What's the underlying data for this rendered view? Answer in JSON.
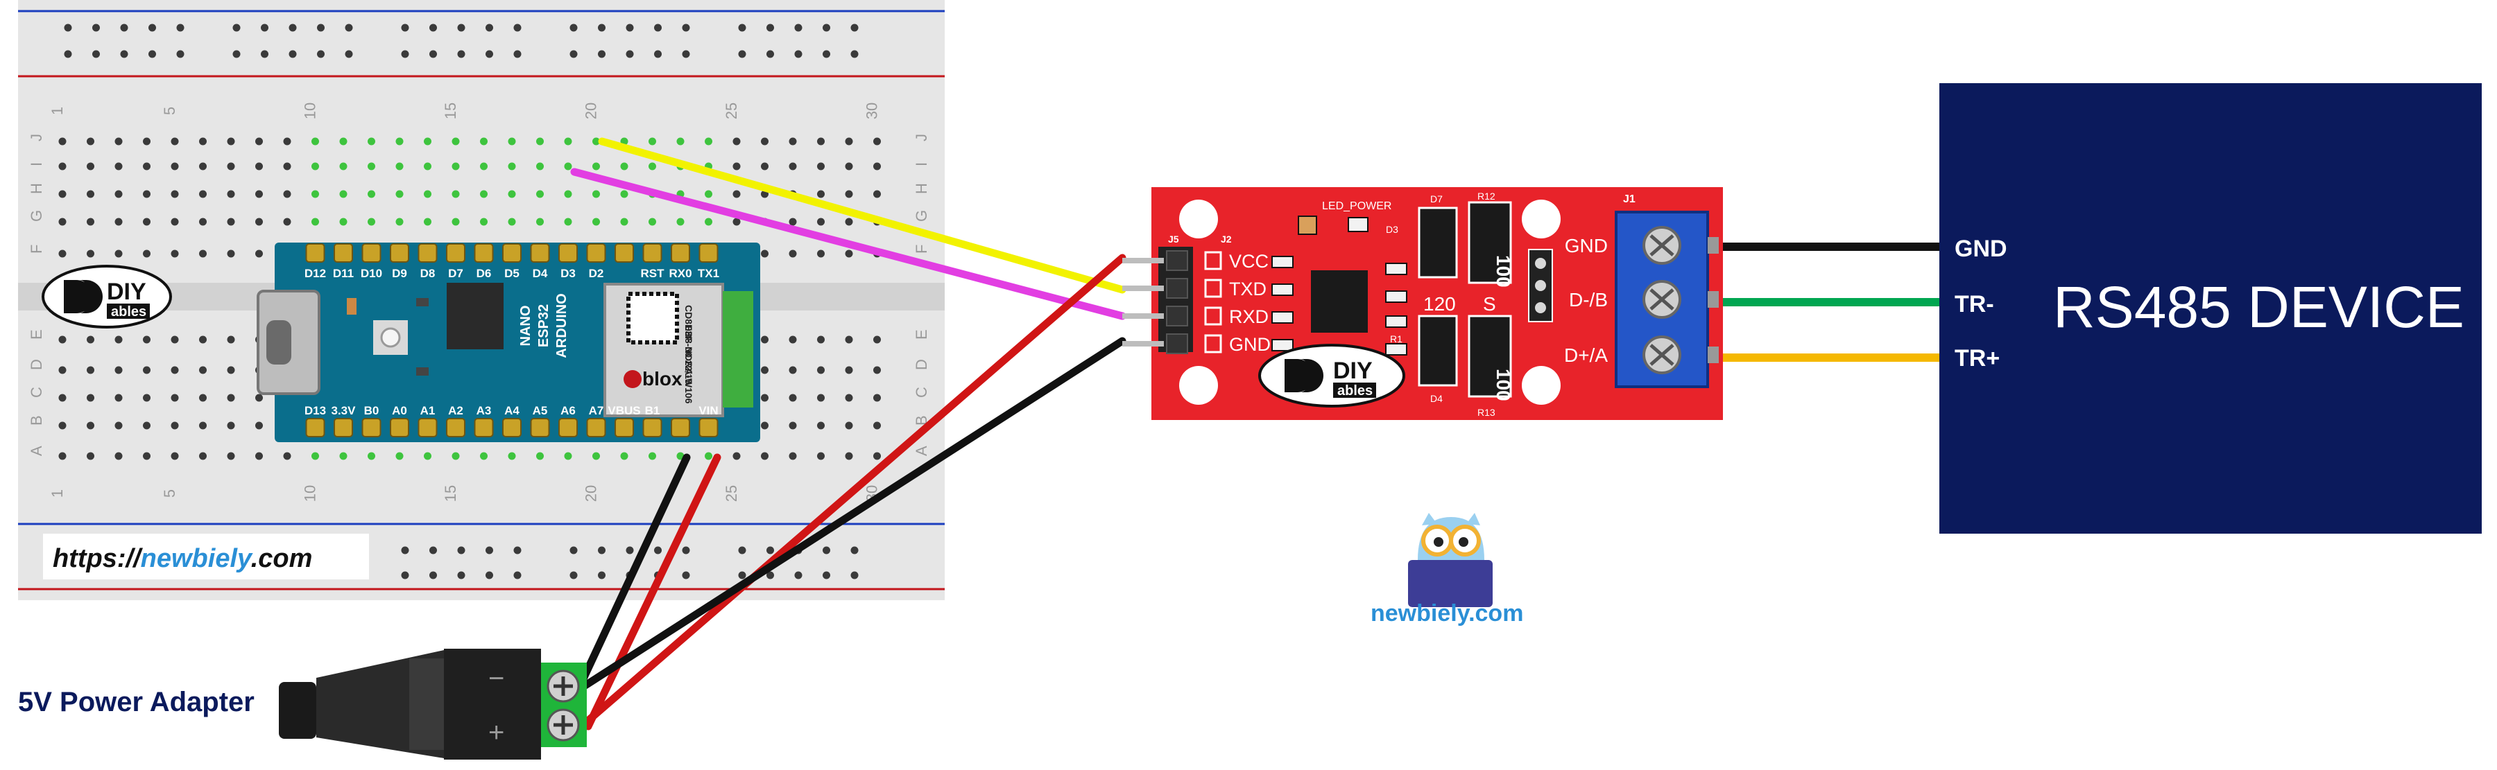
{
  "breadboard": {
    "col_numbers": [
      "1",
      "5",
      "10",
      "15",
      "20",
      "25",
      "30"
    ],
    "row_letters_top": [
      "J",
      "I",
      "H",
      "G",
      "F"
    ],
    "row_letters_bottom": [
      "E",
      "D",
      "C",
      "B",
      "A"
    ]
  },
  "board": {
    "top_pins": [
      "D12",
      "D11",
      "D10",
      "D9",
      "D8",
      "D7",
      "D6",
      "D5",
      "D4",
      "D3",
      "D2",
      "",
      "RST",
      "RX0",
      "TX1"
    ],
    "bottom_pins": [
      "D13",
      "3.3V",
      "B0",
      "A0",
      "A1",
      "A2",
      "A3",
      "A4",
      "A5",
      "A6",
      "A7",
      "VBUS",
      "B1",
      "",
      "VIN"
    ],
    "name_lines": [
      "NANO",
      "ESP32",
      "ARDUINO"
    ],
    "module_lines": [
      "CD8E3F",
      "0B8-00 22/15",
      "NORA-W106"
    ],
    "module_brand": "blox"
  },
  "brand": {
    "diy_logo_top": "DIY",
    "diy_logo_bottom": "ables",
    "url_prefix": "https://",
    "url_domain": "newbiely",
    "url_suffix": ".com",
    "owl_caption": "newbiely.com"
  },
  "rs485_module": {
    "left_pins": [
      "VCC",
      "TXD",
      "RXD",
      "GND"
    ],
    "terminal_labels": [
      "GND",
      "D-/B",
      "D+/A"
    ],
    "silkscreen": {
      "led_power": "LED_POWER",
      "resistor_a": "100",
      "resistor_b": "100",
      "r_main": "120",
      "s_label": "S",
      "j1": "J1",
      "j2": "J2",
      "j5": "J5",
      "d7": "D7",
      "r12": "R12",
      "r13": "R13",
      "d3": "D3",
      "r1": "R1",
      "d4": "D4"
    }
  },
  "device": {
    "title": "RS485 DEVICE",
    "pin_labels": [
      "GND",
      "TR-",
      "TR+"
    ]
  },
  "power": {
    "label": "5V Power Adapter",
    "minus": "−",
    "plus": "+"
  },
  "colors": {
    "breadboard": "#e6e6e6",
    "rail_blue": "#1c3fbf",
    "rail_red": "#c3161c",
    "hole": "#3a3a3a",
    "hole_active": "#3ec43e",
    "board_blue": "#0a6e8c",
    "module_red": "#e8232a",
    "terminal_blue": "#2456c8",
    "device_navy": "#0b1a5c",
    "wire_yellow": "#f2f200",
    "wire_magenta": "#e23ee2",
    "wire_red": "#d01515",
    "wire_black": "#111111",
    "wire_green": "#00a651",
    "wire_orange": "#f5b800",
    "url_blue": "#2a8fd6"
  }
}
